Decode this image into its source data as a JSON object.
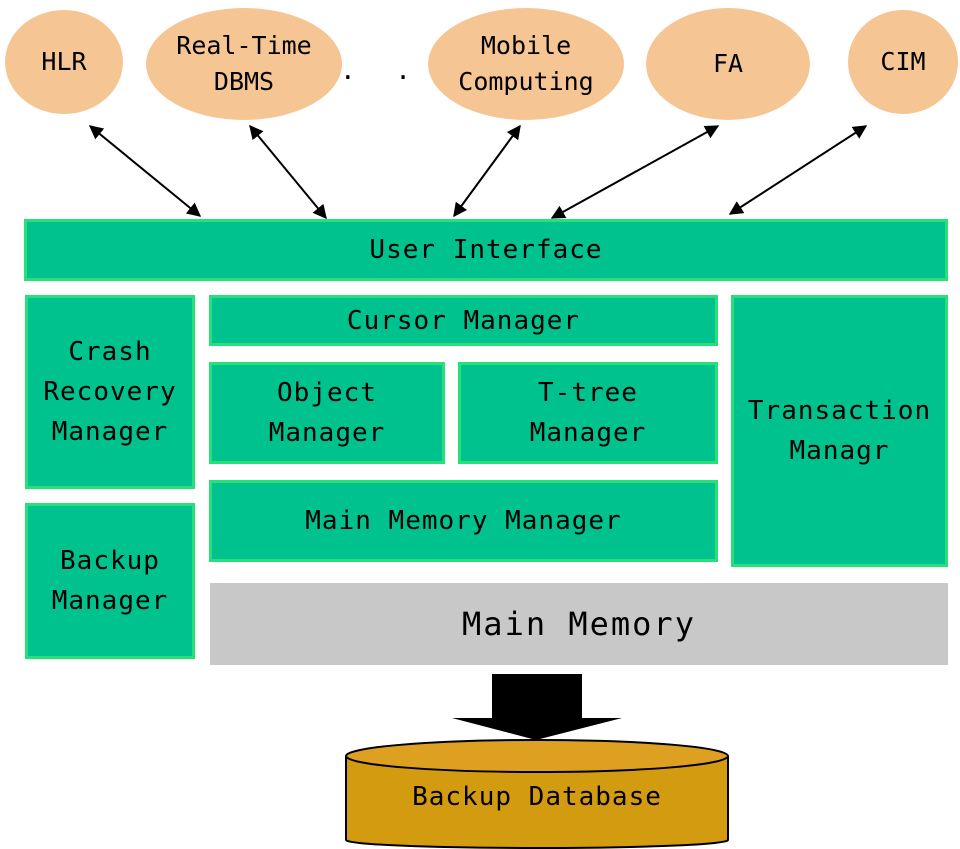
{
  "applications": {
    "hlr": "HLR",
    "realtime_dbms": "Real-Time\nDBMS",
    "ellipsis": ". . .",
    "mobile_computing": "Mobile\nComputing",
    "fa": "FA",
    "cim": "CIM"
  },
  "components": {
    "user_interface": "User Interface",
    "cursor_manager": "Cursor Manager",
    "object_manager": "Object\nManager",
    "ttree_manager": "T-tree\nManager",
    "main_memory_manager": "Main Memory Manager",
    "crash_recovery_manager": "Crash\nRecovery\nManager",
    "backup_manager": "Backup\nManager",
    "transaction_manager": "Transaction\nManagr",
    "main_memory": "Main Memory",
    "backup_database": "Backup Database"
  },
  "colors": {
    "app_fill": "#f6c594",
    "component_fill": "#00c28e",
    "component_border": "#28e07a",
    "memory_fill": "#c8c8c8",
    "database_fill": "#d39b10"
  }
}
